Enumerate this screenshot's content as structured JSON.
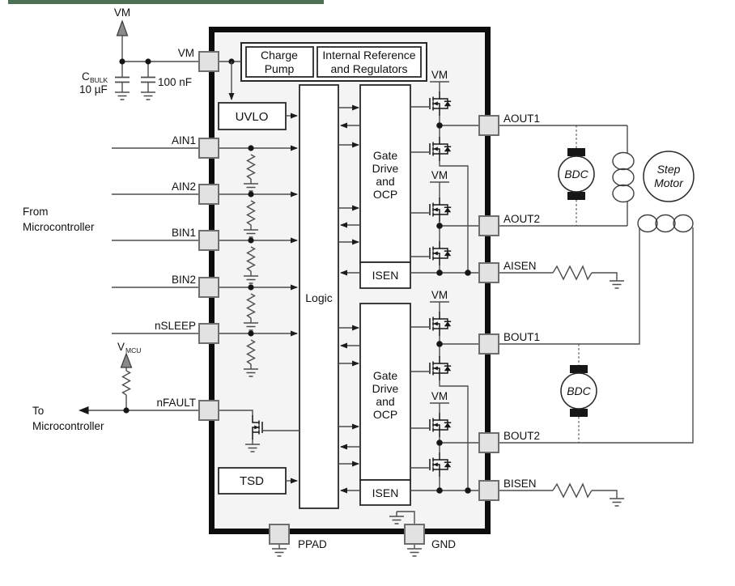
{
  "figure": {
    "accent_color": "#4c7154"
  },
  "supply": {
    "vm": "VM",
    "cbulk_main": "C",
    "cbulk_sub": "BULK",
    "cbulk_value": "10 µF",
    "cap_value": "100 nF"
  },
  "mcu": {
    "from_line1": "From",
    "from_line2": "Microcontroller",
    "to_line1": "To",
    "to_line2": "Microcontroller",
    "vmcu_main": "V",
    "vmcu_sub": "MCU"
  },
  "pins": {
    "vm": "VM",
    "ain1": "AIN1",
    "ain2": "AIN2",
    "bin1": "BIN1",
    "bin2": "BIN2",
    "nsleep": "nSLEEP",
    "nfault": "nFAULT",
    "aout1": "AOUT1",
    "aout2": "AOUT2",
    "aisen": "AISEN",
    "bout1": "BOUT1",
    "bout2": "BOUT2",
    "bisen": "BISEN",
    "ppad": "PPAD",
    "gnd": "GND"
  },
  "blocks": {
    "charge_pump_line1": "Charge",
    "charge_pump_line2": "Pump",
    "int_ref_line1": "Internal Reference",
    "int_ref_line2": "and Regulators",
    "uvlo": "UVLO",
    "logic": "Logic",
    "tsd": "TSD",
    "isen": "ISEN",
    "gate_drive_line1": "Gate",
    "gate_drive_line2": "Drive",
    "gate_drive_line3": "and",
    "gate_drive_line4": "OCP",
    "vm_rail": "VM"
  },
  "motors": {
    "bdc": "BDC",
    "step_line1": "Step",
    "step_line2": "Motor"
  }
}
